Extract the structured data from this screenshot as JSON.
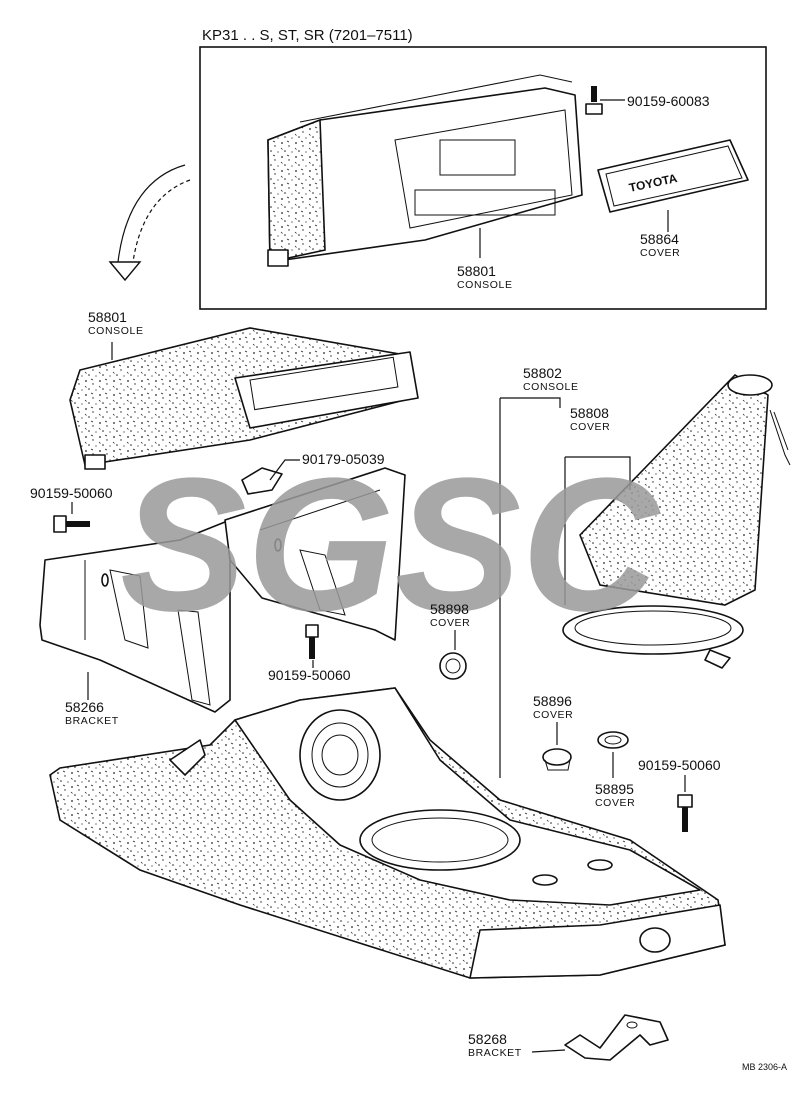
{
  "header": {
    "model_range": "KP31 . . S, ST, SR (7201–7511)"
  },
  "watermark": {
    "text": "SGSC"
  },
  "parts": [
    {
      "id": "inset-screw",
      "number": "90159-60083",
      "name": ""
    },
    {
      "id": "inset-cover",
      "number": "58864",
      "name": "COVER"
    },
    {
      "id": "inset-console",
      "number": "58801",
      "name": "CONSOLE"
    },
    {
      "id": "upper-console",
      "number": "58801",
      "name": "CONSOLE"
    },
    {
      "id": "clip",
      "number": "90179-05039",
      "name": ""
    },
    {
      "id": "screw-left",
      "number": "90159-50060",
      "name": ""
    },
    {
      "id": "screw-mid",
      "number": "90159-50060",
      "name": ""
    },
    {
      "id": "bracket-main",
      "number": "58266",
      "name": "BRACKET"
    },
    {
      "id": "console-main",
      "number": "58802",
      "name": "CONSOLE"
    },
    {
      "id": "boot-cover",
      "number": "58808",
      "name": "COVER"
    },
    {
      "id": "cover-58898",
      "number": "58898",
      "name": "COVER"
    },
    {
      "id": "cover-58896",
      "number": "58896",
      "name": "COVER"
    },
    {
      "id": "cover-58895",
      "number": "58895",
      "name": "COVER"
    },
    {
      "id": "screw-right",
      "number": "90159-50060",
      "name": ""
    },
    {
      "id": "bracket-small",
      "number": "58268",
      "name": "BRACKET"
    }
  ],
  "footer": {
    "code": "MB 2306-A"
  },
  "colors": {
    "ink": "#111111",
    "watermark": "#9a9a9a",
    "paper": "#ffffff"
  }
}
